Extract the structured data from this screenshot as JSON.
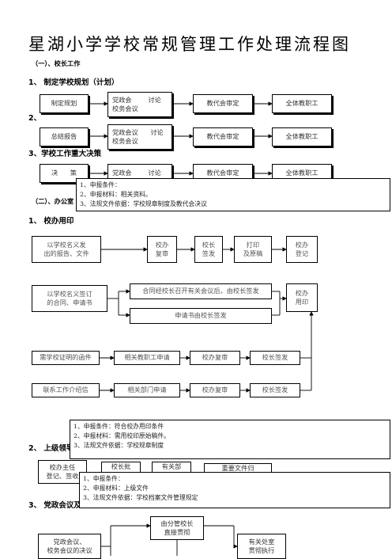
{
  "title": "星湖小学学校常规管理工作处理流程图",
  "sections": {
    "s1": "（一）、校长工作",
    "s1_1": "1、 制定学校规划（计划）",
    "s1_2": "2、",
    "s1_3": "3、学校工作重大决策",
    "s2": "（二）、办公室",
    "s2_1": "1、 校办用印",
    "s2_2": "2、 上级领导",
    "s2_3": "3、 党政会议及"
  },
  "row1": [
    "制定规划",
    "党政会        讨论\n校务会议",
    "教代会审定",
    "全体教职工"
  ],
  "row2": [
    "总结报告",
    "党政会议      讨论\n校务会议",
    "教代会审定",
    "全体教职工"
  ],
  "row3": [
    "决      策",
    "党政会        讨论",
    "教代会审定",
    "全体教职工"
  ],
  "note1": [
    "1、申报条件：",
    "2、申报材料：相关资料。",
    "3、法规文件依据：学校规章制度及教代会决议"
  ],
  "seal": {
    "a_start": "以学校名义发\n出的报告、文件",
    "a_review": "校办\n复审",
    "a_sign": "校长\n签发",
    "a_print": "打印\n及原稿",
    "a_register": "校办\n登记",
    "b_start": "以学校名义签订\n的合同、申请书",
    "b_contract": "合同经校长召开有关会议后，由校长签发",
    "b_apply": "申请书由校长签发",
    "b_end": "校办\n用印",
    "c": [
      "需学校证明的函件",
      "相关教职工申请",
      "校办复审",
      "校长签发"
    ],
    "d": [
      "联系工作介绍信",
      "相关部门申请",
      "校办复审",
      "校长签发"
    ]
  },
  "note2": [
    "1、申报条件：符合校办用印条件",
    "2、申报材料：需用校印原始稿件。",
    "3、法规文件依据：学校规章制度"
  ],
  "leaders": [
    "校办主任\n登记、签收",
    "校长批",
    "有关部",
    "重要文件归"
  ],
  "note3": [
    "1、申报条件：",
    "2、申报材料：上级文件",
    "3、法规文件依据：学校档案文件管理规定"
  ],
  "meeting": [
    "党政会议、\n校务会议的决议",
    "由分管校长\n直接贯彻",
    "有关处室\n贯彻执行"
  ]
}
